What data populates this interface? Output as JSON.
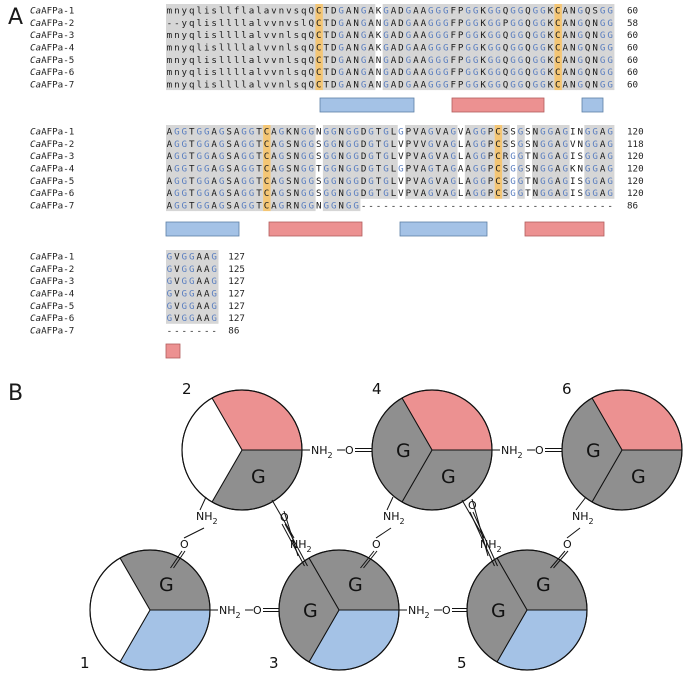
{
  "panels": {
    "a_label": "A",
    "b_label": "B"
  },
  "colors": {
    "grey_highlight": "#d6d6d6",
    "cys_highlight": "#f4c675",
    "blue_segment": "#a4c2e6",
    "red_segment": "#ec9191",
    "grey_sector": "#8f8f8f",
    "gly_letter_color": "#5b7fc0"
  },
  "alignment": {
    "name_prefix": "Ca",
    "blocks": [
      {
        "rows": [
          {
            "suffix": "AFPa-1",
            "seq": "mnyqlisllflalavnvsqQCTDGANGAKGADGAAGGGFPGGKGGQGGQGGKCANGQSGG",
            "end": "60"
          },
          {
            "suffix": "AFPa-2",
            "seq": "--yqlisllllalvvnvslQCTDGANGANGADGAAGGGFPGGKGGPGGQGGKCANGQNGG",
            "end": "58"
          },
          {
            "suffix": "AFPa-3",
            "seq": "mnyqlisllllalvvnlsqQCTDGANGAKGADGAAGGGFPGGKGGQGGQGGKCANGQNGG",
            "end": "60"
          },
          {
            "suffix": "AFPa-4",
            "seq": "mnyqlisllllalvvnlsqQCTDGANGAKGADGAAGGGFPGGKGGQGGQGGKCANGQNGG",
            "end": "60"
          },
          {
            "suffix": "AFPa-5",
            "seq": "mnyqlisllllalvvnlsqQCTDGANGANGADGAAGGGFPGGKGGQGGQGGKCANGQNGG",
            "end": "60"
          },
          {
            "suffix": "AFPa-6",
            "seq": "mnyqlisllllalvvnlsqQCTDGANGANGADGAAGGGFPGGKGGQGGQGGKCANGQNGG",
            "end": "60"
          },
          {
            "suffix": "AFPa-7",
            "seq": "mnyqlisllllalvvnlsqQCTDGANGANGADGAAGGGFPGGKGGQGGQGGKCANGQNGG",
            "end": "60"
          }
        ]
      },
      {
        "rows": [
          {
            "suffix": "AFPa-1",
            "seq": "AGGTGGAGSAGGTCAGKNGGNGGNGGDGTGLGPVAGVAGVAGGPCSSGSNGGAGINGGAG",
            "end": "120"
          },
          {
            "suffix": "AFPa-2",
            "seq": "AGGTGGAGSAGGTCAGSNGGSGGNGGDGTGLVPVVGVAGLAGGPCSSGSNGGAGVNGGAG",
            "end": "118"
          },
          {
            "suffix": "AFPa-3",
            "seq": "AGGTGGAGSAGGTCAGSNGGSGGNGGDGTGLVPVAGVAGLAGGPCRGGTNGGAGISGGAG",
            "end": "120"
          },
          {
            "suffix": "AFPa-4",
            "seq": "AGGTGGAGSAGGTCAGSNGGTGGNGGDGTGLGPVAGTAGAAGGPCSGGSNGGAGKNGGAG",
            "end": "120"
          },
          {
            "suffix": "AFPa-5",
            "seq": "AGGTGGAGSAGGTCAGSNGGSGGNGGDGTGLVPVAGVAGLAGGPCSGGTNGGAGISGGAG",
            "end": "120"
          },
          {
            "suffix": "AFPa-6",
            "seq": "AGGTGGAGSAGGTCAGSNGGSGGNGGDGTGLVPVAGVAGLAGGPCSGGTNGGAGISGGAG",
            "end": "120"
          },
          {
            "suffix": "AFPa-7",
            "seq": "AGGTGGAGSAGGTCAGRNGGNGGNGG----------------------------------",
            "end": "86"
          }
        ]
      },
      {
        "rows": [
          {
            "suffix": "AFPa-1",
            "seq": "GVGGAAG",
            "end": "127"
          },
          {
            "suffix": "AFPa-2",
            "seq": "GVGGAAG",
            "end": "125"
          },
          {
            "suffix": "AFPa-3",
            "seq": "GVGGAAG",
            "end": "127"
          },
          {
            "suffix": "AFPa-4",
            "seq": "GVGGAAG",
            "end": "127"
          },
          {
            "suffix": "AFPa-5",
            "seq": "GVGGAAG",
            "end": "127"
          },
          {
            "suffix": "AFPa-6",
            "seq": "GVGGAAG",
            "end": "127"
          },
          {
            "suffix": "AFPa-7",
            "seq": "-------",
            "end": "86"
          }
        ]
      }
    ]
  },
  "model": {
    "gly_label": "G",
    "donor_label": "NH",
    "donor_subscript": "2",
    "acceptor_label": "O",
    "nodes": [
      {
        "number": "1",
        "colors": [
          "blue",
          "grey",
          "white"
        ]
      },
      {
        "number": "2",
        "colors": [
          "red",
          "grey",
          "white"
        ]
      },
      {
        "number": "3",
        "colors": [
          "blue",
          "grey",
          "grey"
        ]
      },
      {
        "number": "4",
        "colors": [
          "red",
          "grey",
          "grey"
        ]
      },
      {
        "number": "5",
        "colors": [
          "blue",
          "grey",
          "grey"
        ]
      },
      {
        "number": "6",
        "colors": [
          "red",
          "grey",
          "grey"
        ]
      }
    ]
  }
}
